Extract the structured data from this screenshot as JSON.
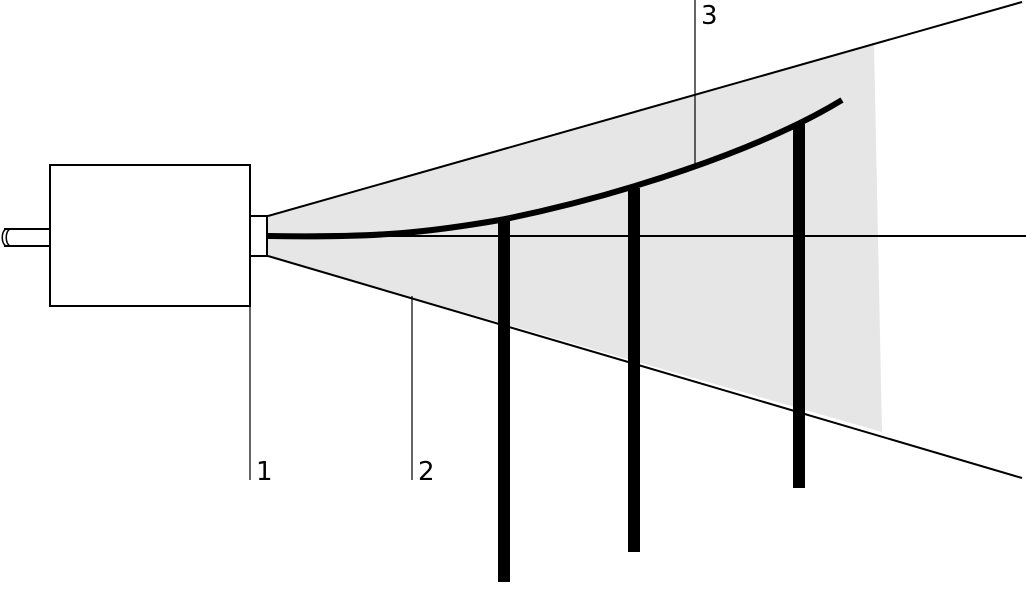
{
  "labels": {
    "callout_1": "1",
    "callout_2": "2",
    "callout_3": "3"
  },
  "colors": {
    "beam_fill": "#e6e6e6",
    "stroke": "#000000",
    "background": "#ffffff"
  }
}
